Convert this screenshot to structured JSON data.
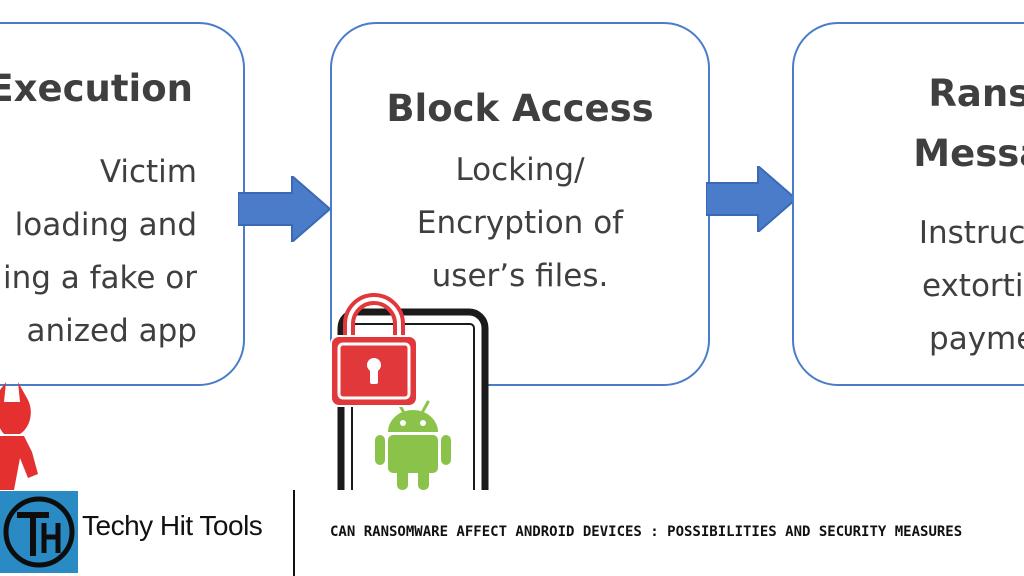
{
  "diagram": {
    "steps": [
      {
        "title": "Execution",
        "body": [
          "Victim",
          "loading and",
          "ing a fake or",
          "anized app"
        ]
      },
      {
        "title": "Block Access",
        "body": [
          "Locking/",
          "Encryption of",
          "user’s files."
        ]
      },
      {
        "title": "Ranso",
        "title2": "Messag",
        "body": [
          "Instructio",
          "extortion",
          "paymen"
        ]
      }
    ]
  },
  "footer": {
    "brand": "Techy Hit Tools",
    "headline": "CAN RANSOMWARE AFFECT ANDROID DEVICES : POSSIBILITIES AND SECURITY MEASURES"
  },
  "colors": {
    "box_border": "#4a7cc9",
    "arrow": "#4a7cc9",
    "lock_red": "#e0383b",
    "android_green": "#8bc34a",
    "logo_bg": "#2a8bc4"
  },
  "icons": [
    "padlock-icon",
    "android-icon",
    "smartphone-icon",
    "devil-icon",
    "brand-logo-icon"
  ]
}
